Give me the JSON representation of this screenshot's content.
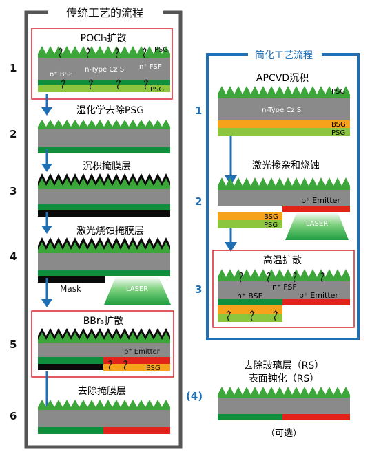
{
  "left_panel": {
    "title": "传统工艺的流程",
    "steps": [
      {
        "num": "1",
        "label": "POCl₃扩散"
      },
      {
        "num": "2",
        "label": "湿化学去除PSG"
      },
      {
        "num": "3",
        "label": "沉积掩膜层"
      },
      {
        "num": "4",
        "label": "激光烧蚀掩膜层"
      },
      {
        "num": "5",
        "label": "BBr₃扩散"
      },
      {
        "num": "6",
        "label": "去除掩膜层"
      }
    ],
    "labels": {
      "psg": "PSG",
      "nbsf": "n⁺ BSF",
      "ntype": "n-Type Cz Si",
      "nfsf": "n⁺ FSF",
      "mask": "Mask",
      "laser": "LASER",
      "pemitter": "p⁺ Emitter",
      "bsg": "BSG"
    }
  },
  "right_panel": {
    "title": "简化工艺流程",
    "steps": [
      {
        "num": "1",
        "label": "APCVD沉积"
      },
      {
        "num": "2",
        "label": "激光掺杂和烧蚀"
      },
      {
        "num": "3",
        "label": "高温扩散"
      }
    ],
    "labels": {
      "psg": "PSG",
      "ntype": "n-Type Cz Si",
      "bsg": "BSG",
      "pemitter": "p⁺ Emitter",
      "laser": "LASER",
      "nfsf": "n⁺ FSF",
      "nbsf": "n⁺ BSF"
    }
  },
  "optional_step": {
    "num": "(4)",
    "label_line1": "去除玻璃层（RS）",
    "label_line2": "表面钝化（RS）",
    "note": "（可选）"
  },
  "colors": {
    "texture": "#3da63a",
    "texture_dark": "#1a1a1a",
    "silicon": "#8a8a8a",
    "green_bsf": "#0f8f3c",
    "light_green": "#8cc63f",
    "orange": "#f7a21b",
    "red": "#e2231a",
    "black": "#0a0a0a",
    "arrow_blue": "#1f6fb5",
    "frame_red": "#d9242a",
    "frame_blue": "#1f6fb5",
    "frame_gray": "#555555",
    "laser_green": "#3cb44b"
  }
}
